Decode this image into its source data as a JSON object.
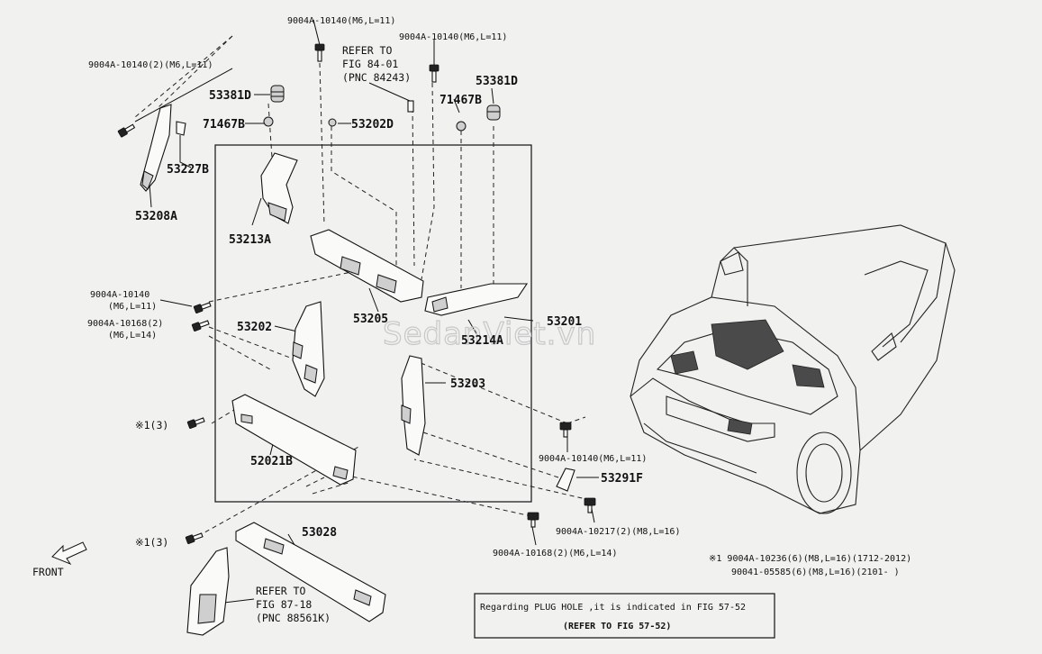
{
  "watermark": "SedanViet.vn",
  "labels": {
    "p9004a_10140_2_top": "9004A-10140(2)(M6,L=11)",
    "p9004a_10140_top_center": "9004A-10140(M6,L=11)",
    "p9004a_10140_top_right": "9004A-10140(M6,L=11)",
    "refer_84_line1": "REFER TO",
    "refer_84_line2": "FIG 84-01",
    "refer_84_line3": "(PNC 84243)",
    "p53381d_left": "53381D",
    "p53381d_right": "53381D",
    "p71467b_left": "71467B",
    "p71467b_right": "71467B",
    "p53202d": "53202D",
    "p53227b": "53227B",
    "p53208a": "53208A",
    "p53213a": "53213A",
    "p9004a_10140_left_line1": "9004A-10140",
    "p9004a_10140_left_line2": "(M6,L=11)",
    "p9004a_10168_left_line1": "9004A-10168(2)",
    "p9004a_10168_left_line2": "(M6,L=14)",
    "p53202": "53202",
    "p53205": "53205",
    "p53214a": "53214A",
    "p53201": "53201",
    "p53203": "53203",
    "star1_3_upper": "※1(3)",
    "p52021b": "52021B",
    "p9004a_10140_right": "9004A-10140(M6,L=11)",
    "p53291f": "53291F",
    "p9004a_10217": "9004A-10217(2)(M8,L=16)",
    "p9004a_10168_bottom": "9004A-10168(2)(M6,L=14)",
    "star1_3_lower": "※1(3)",
    "p53028": "53028",
    "front": "FRONT",
    "refer_87_line1": "REFER TO",
    "refer_87_line2": "FIG 87-18",
    "refer_87_line3": "(PNC 88561K)",
    "footnote_line1": "※1 9004A-10236(6)(M8,L=16)(1712-2012)",
    "footnote_line2": "90041-05585(6)(M8,L=16)(2101-      )",
    "note_line1": "Regarding PLUG HOLE ,it is indicated in FIG 57-52",
    "note_line2": "(REFER TO FIG 57-52)"
  }
}
